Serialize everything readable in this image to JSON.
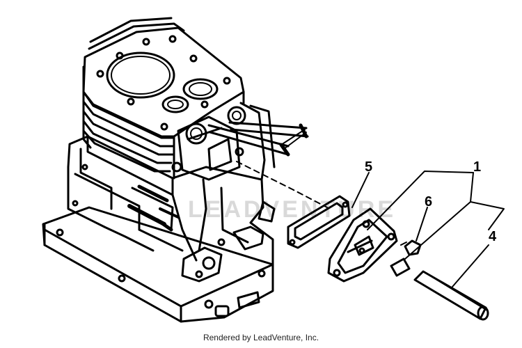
{
  "diagram": {
    "callouts": [
      {
        "id": "1",
        "label": "1"
      },
      {
        "id": "4",
        "label": "4"
      },
      {
        "id": "5",
        "label": "5"
      },
      {
        "id": "6",
        "label": "6"
      }
    ],
    "parts": [
      "engine-block",
      "gasket",
      "breather-cover",
      "bolt",
      "breather-tube"
    ]
  },
  "watermark": "LEADVENTURE",
  "footer": {
    "credit": "Rendered by LeadVenture, Inc."
  }
}
